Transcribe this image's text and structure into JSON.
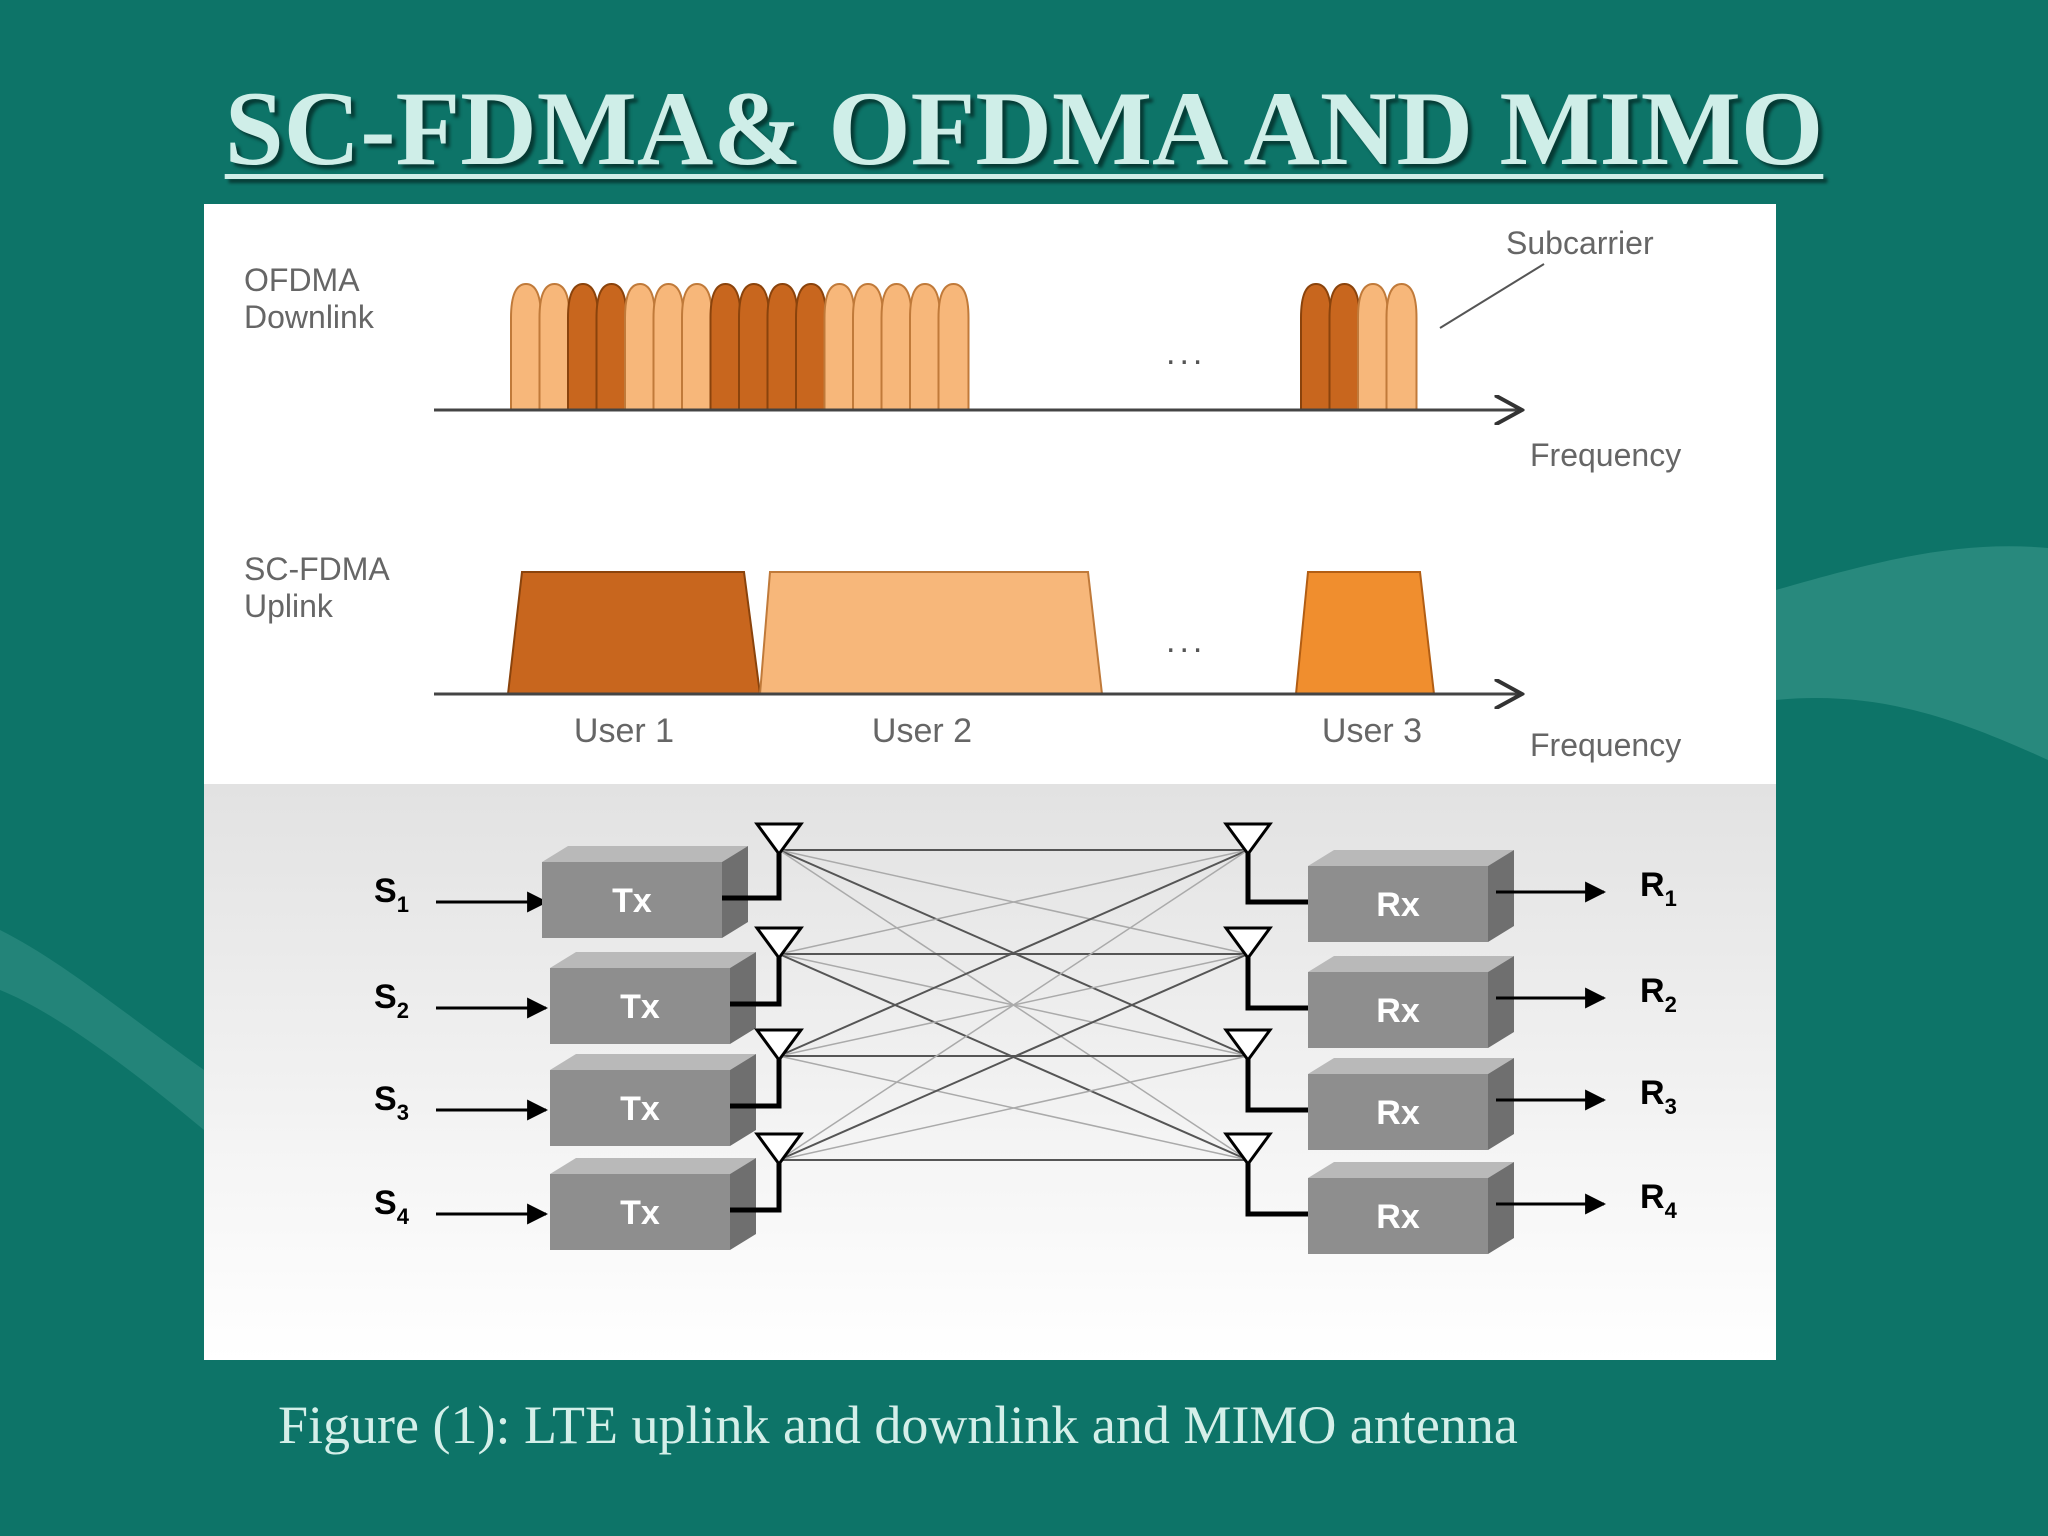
{
  "slide": {
    "title": "SC-FDMA& OFDMA AND MIMO",
    "caption": "Figure (1): LTE uplink and downlink and MIMO antenna"
  },
  "colors": {
    "background": "#0d7468",
    "title": "#cfeee8",
    "light_orange": "#f7b77a",
    "dark_orange": "#c8661e",
    "mid_orange": "#f08e2e",
    "block_gray": "#8e8e8e"
  },
  "ofdma": {
    "label_line1": "OFDMA",
    "label_line2": "Downlink",
    "subcarrier_label": "Subcarrier",
    "ellipsis": "...",
    "axis_label": "Frequency",
    "subcarriers": [
      "light",
      "light",
      "dark",
      "dark",
      "light",
      "light",
      "light",
      "dark",
      "dark",
      "dark",
      "dark",
      "light",
      "light",
      "light",
      "light",
      "light",
      "dark",
      "dark",
      "light",
      "light"
    ]
  },
  "scfdma": {
    "label_line1": "SC-FDMA",
    "label_line2": "Uplink",
    "ellipsis": "...",
    "axis_label": "Frequency",
    "users": [
      "User 1",
      "User 2",
      "User 3"
    ]
  },
  "mimo": {
    "tx_label": "Tx",
    "rx_label": "Rx",
    "inputs": [
      {
        "letter": "S",
        "sub": "1"
      },
      {
        "letter": "S",
        "sub": "2"
      },
      {
        "letter": "S",
        "sub": "3"
      },
      {
        "letter": "S",
        "sub": "4"
      }
    ],
    "outputs": [
      {
        "letter": "R",
        "sub": "1"
      },
      {
        "letter": "R",
        "sub": "2"
      },
      {
        "letter": "R",
        "sub": "3"
      },
      {
        "letter": "R",
        "sub": "4"
      }
    ]
  }
}
